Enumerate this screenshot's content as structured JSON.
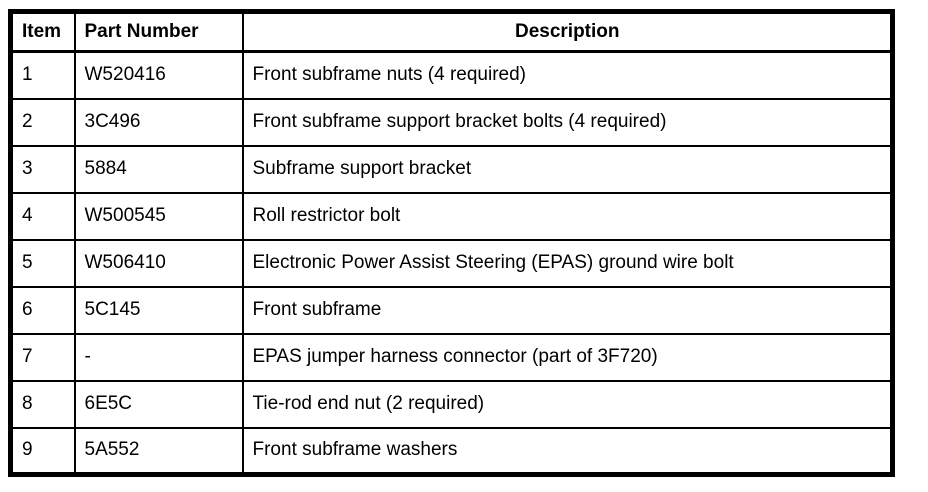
{
  "colors": {
    "border": "#000000",
    "background": "#ffffff",
    "text": "#000000"
  },
  "table": {
    "columns": [
      {
        "key": "item",
        "label": "Item"
      },
      {
        "key": "part_number",
        "label": "Part Number"
      },
      {
        "key": "description",
        "label": "Description"
      }
    ],
    "rows": [
      {
        "item": "1",
        "part_number": "W520416",
        "description": "Front subframe nuts (4 required)"
      },
      {
        "item": "2",
        "part_number": "3C496",
        "description": "Front subframe support bracket bolts (4 required)"
      },
      {
        "item": "3",
        "part_number": "5884",
        "description": "Subframe support bracket"
      },
      {
        "item": "4",
        "part_number": "W500545",
        "description": "Roll restrictor bolt"
      },
      {
        "item": "5",
        "part_number": "W506410",
        "description": "Electronic Power Assist Steering (EPAS) ground wire bolt"
      },
      {
        "item": "6",
        "part_number": "5C145",
        "description": "Front subframe"
      },
      {
        "item": "7",
        "part_number": "-",
        "description": "EPAS jumper harness connector (part of 3F720)"
      },
      {
        "item": "8",
        "part_number": "6E5C",
        "description": "Tie-rod end nut (2 required)"
      },
      {
        "item": "9",
        "part_number": "5A552",
        "description": "Front subframe washers"
      }
    ]
  }
}
